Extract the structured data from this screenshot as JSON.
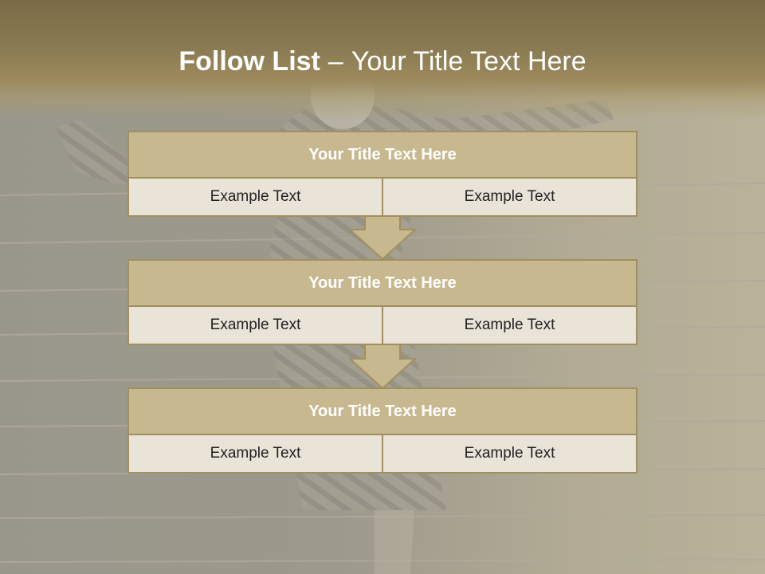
{
  "slide": {
    "title_bold": "Follow List",
    "title_sep": "–",
    "title_rest": "Your Title Text Here"
  },
  "colors": {
    "band": "#8a7a52",
    "box_head": "#c8b88f",
    "box_cell": "#e9e3d8",
    "border": "#a08f5f"
  },
  "boxes": [
    {
      "title": "Your Title Text Here",
      "left": "Example Text",
      "right": "Example Text"
    },
    {
      "title": "Your Title Text Here",
      "left": "Example Text",
      "right": "Example Text"
    },
    {
      "title": "Your Title Text Here",
      "left": "Example Text",
      "right": "Example Text"
    }
  ]
}
